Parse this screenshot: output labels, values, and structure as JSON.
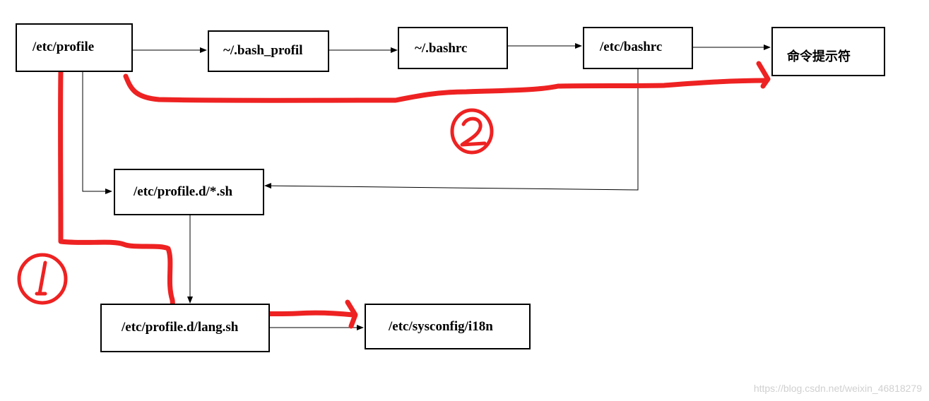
{
  "nodes": {
    "etc_profile": "/etc/profile",
    "bash_profile": "~/.bash_profil",
    "bashrc_home": "~/.bashrc",
    "etc_bashrc": "/etc/bashrc",
    "prompt": "命令提示符",
    "profile_d": "/etc/profile.d/*.sh",
    "lang_sh": "/etc/profile.d/lang.sh",
    "i18n": "/etc/sysconfig/i18n"
  },
  "annotations": {
    "path1_marker": "①",
    "path2_marker": "②",
    "color": "#ee2222"
  },
  "watermark": "https://blog.csdn.net/weixin_46818279"
}
